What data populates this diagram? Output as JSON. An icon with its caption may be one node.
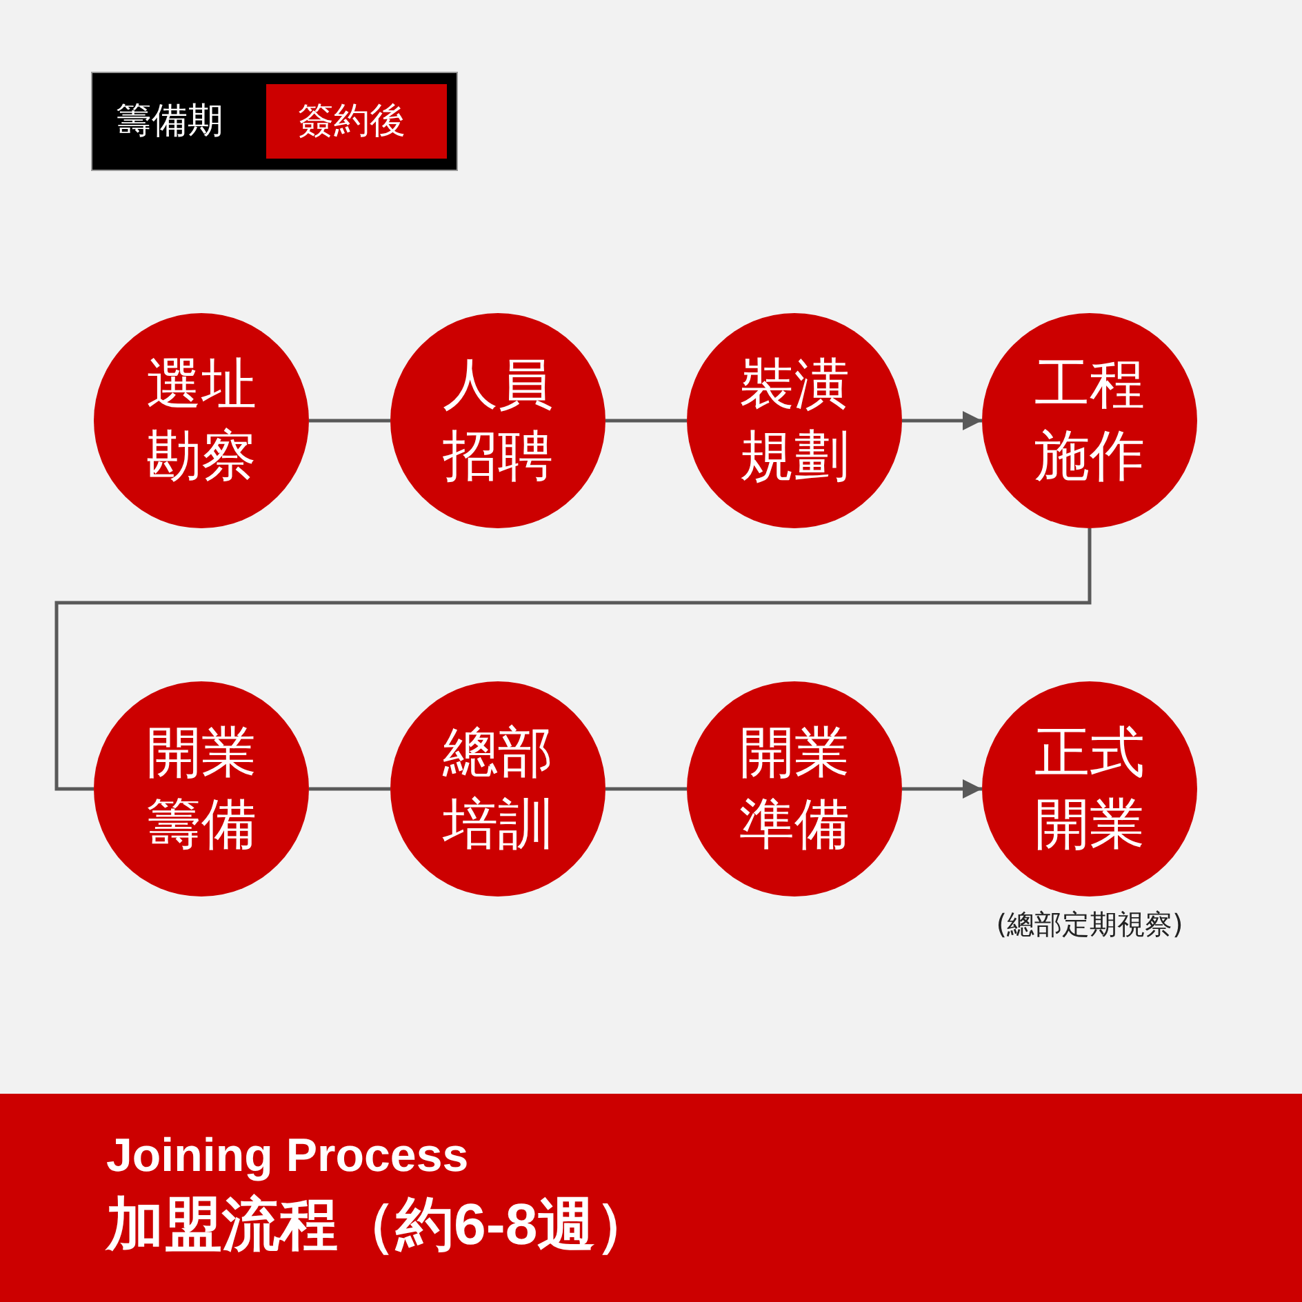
{
  "diagram": {
    "title": "Joining Process",
    "caption": "加盟流程（約6-8週）",
    "nodes": [
      {
        "text": [
          "選址勘察"
        ]
      },
      {
        "text": [
          "人員招聘"
        ]
      },
      {
        "text": [
          "裝潢規劃"
        ]
      },
      {
        "text": [
          "工程施作"
        ]
      },
      {
        "text": [
          "開業籌備"
        ]
      },
      {
        "text": [
          "總部培訓"
        ]
      },
      {
        "text": [
          "開業準備"
        ]
      },
      {
        "text": [
          "正式開業"
        ],
        "beside": [
          "(總部定期視察)"
        ]
      }
    ],
    "edges": [
      {
        "from": 0,
        "to": 1,
        "arrow": "none"
      },
      {
        "from": 1,
        "to": 2,
        "arrow": "none"
      },
      {
        "from": 2,
        "to": 3,
        "arrow": "to"
      },
      {
        "from": 3,
        "to": 4,
        "arrow": "none"
      },
      {
        "from": 4,
        "to": 5,
        "arrow": "none"
      },
      {
        "from": 5,
        "to": 6,
        "arrow": "none"
      },
      {
        "from": 6,
        "to": 7,
        "arrow": "to"
      }
    ],
    "legend": [
      {
        "text": "籌備期",
        "color": "#000000"
      },
      {
        "text": "簽約後",
        "color": "#cc0000"
      }
    ]
  }
}
